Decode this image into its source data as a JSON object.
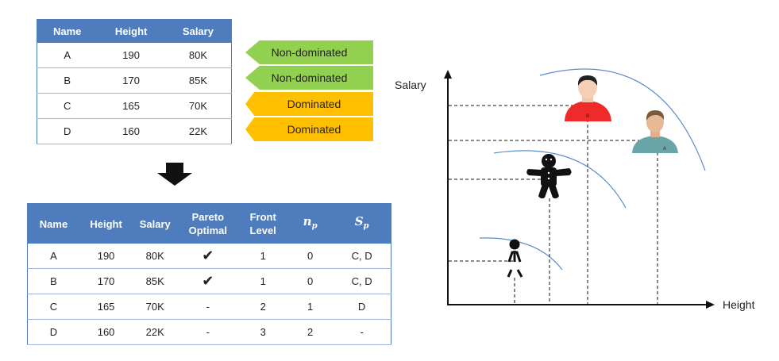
{
  "table1": {
    "headers": [
      "Name",
      "Height",
      "Salary"
    ],
    "rows": [
      [
        "A",
        "190",
        "80K"
      ],
      [
        "B",
        "170",
        "85K"
      ],
      [
        "C",
        "165",
        "70K"
      ],
      [
        "D",
        "160",
        "22K"
      ]
    ]
  },
  "tags": [
    {
      "label": "Non-dominated",
      "color": "#92d050"
    },
    {
      "label": "Non-dominated",
      "color": "#92d050"
    },
    {
      "label": "Dominated",
      "color": "#ffc000"
    },
    {
      "label": "Dominated",
      "color": "#ffc000"
    }
  ],
  "table2": {
    "headers": [
      "Name",
      "Height",
      "Salary",
      "Pareto Optimal",
      "Front Level",
      "n_p",
      "S_p"
    ],
    "header_n": "n",
    "header_n_sub": "p",
    "header_s": "S",
    "header_s_sub": "p",
    "rows": [
      [
        "A",
        "190",
        "80K",
        "✔",
        "1",
        "0",
        "C, D"
      ],
      [
        "B",
        "170",
        "85K",
        "✔",
        "1",
        "0",
        "C, D"
      ],
      [
        "C",
        "165",
        "70K",
        "-",
        "2",
        "1",
        "D"
      ],
      [
        "D",
        "160",
        "22K",
        "-",
        "3",
        "2",
        "-"
      ]
    ]
  },
  "plot": {
    "y_label": "Salary",
    "x_label": "Height",
    "person_a_label": "A",
    "person_b_label": "B"
  },
  "colors": {
    "header_blue": "#4e7cbd",
    "curve_blue": "#5b8ec8",
    "tag_green": "#92d050",
    "tag_yellow": "#ffc000",
    "person_b_shirt": "#ee2a2a",
    "person_a_shirt": "#6aa6a9"
  }
}
